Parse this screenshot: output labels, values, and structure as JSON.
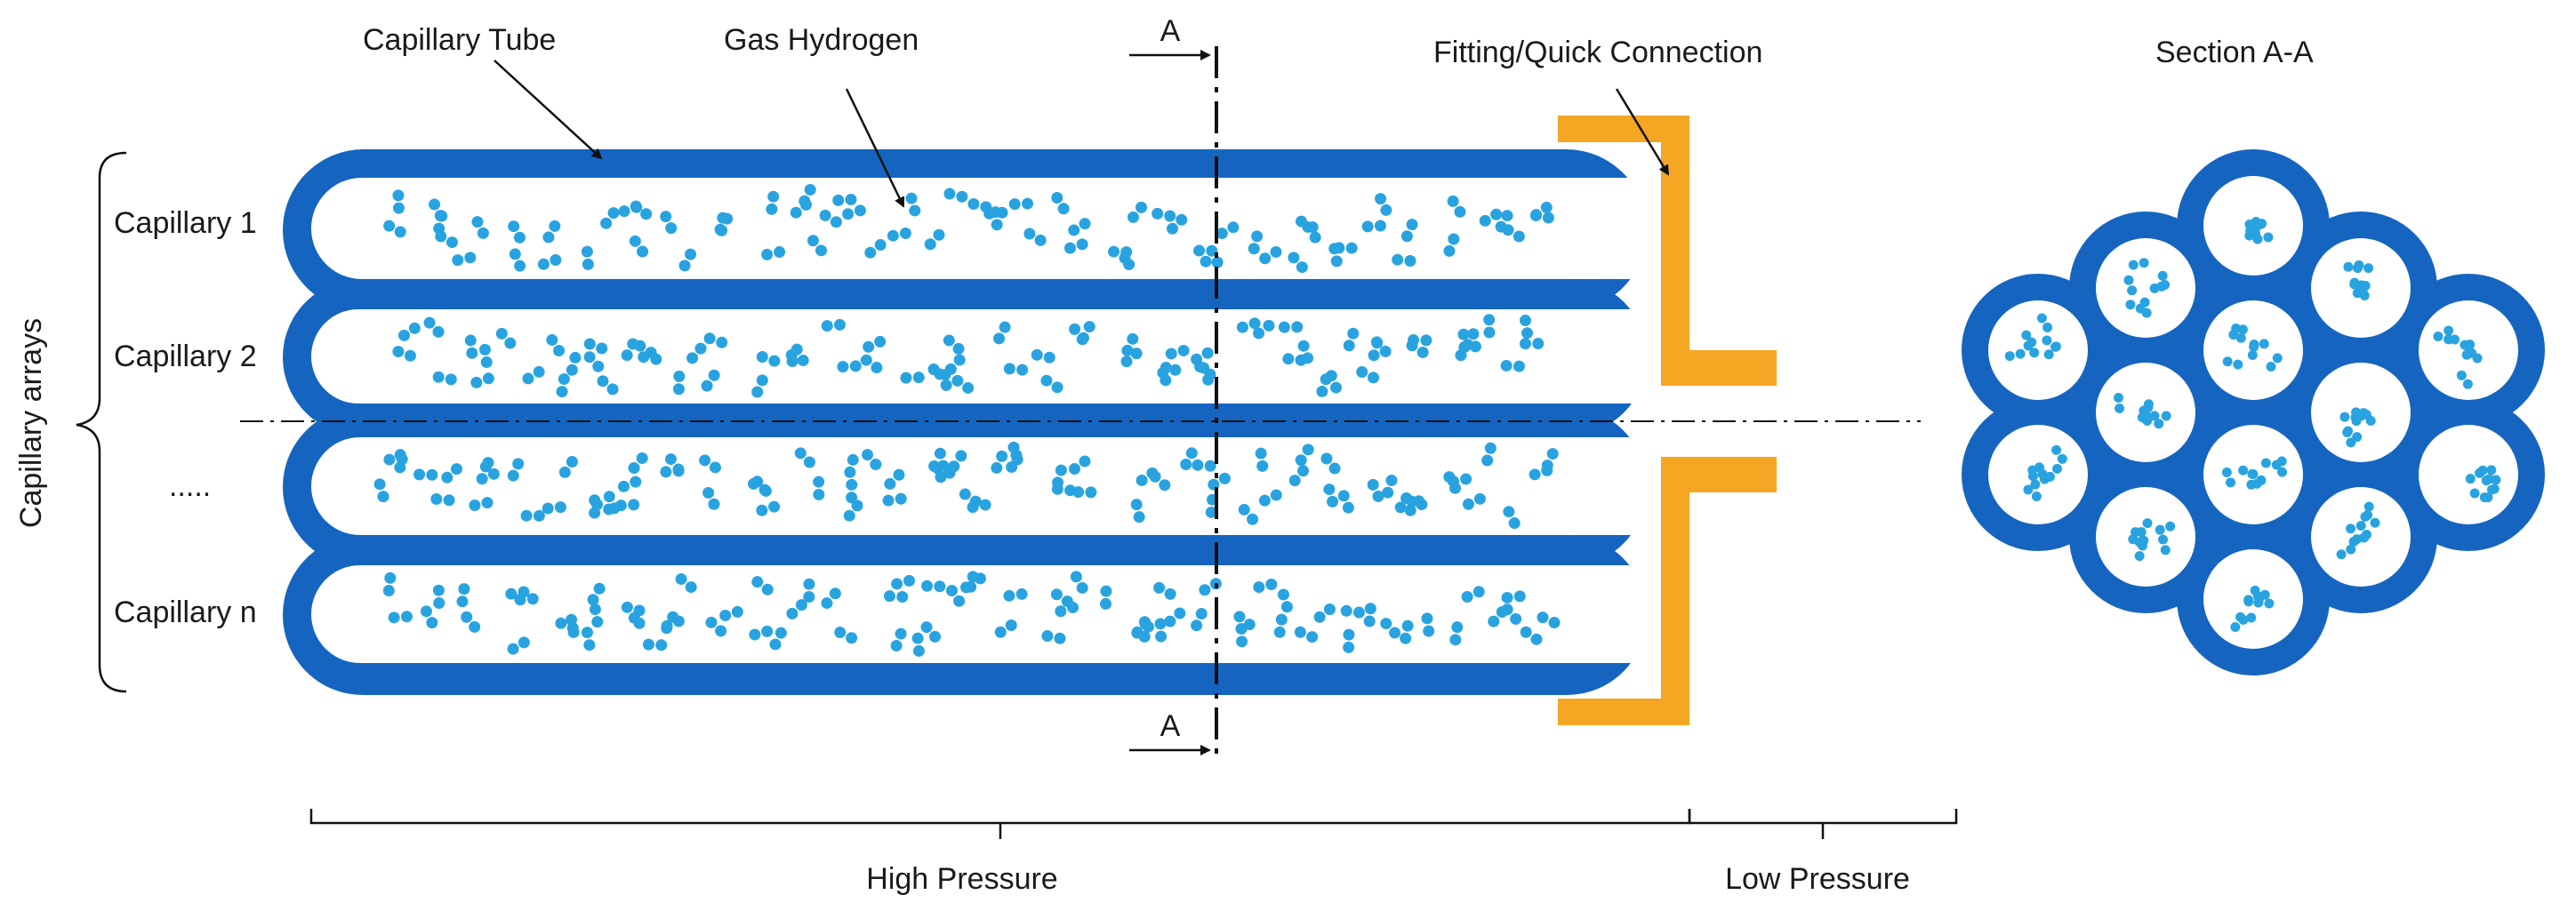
{
  "labels": {
    "capillary_tube": "Capillary Tube",
    "gas_hydrogen": "Gas Hydrogen",
    "fitting": "Fitting/Quick Connection",
    "section_title": "Section A-A",
    "section_marker_top": "A",
    "section_marker_bottom": "A",
    "capillary_arrays": "Capillary arrays",
    "capillary_1": "Capillary 1",
    "capillary_2": "Capillary 2",
    "capillary_ellipsis": ".....",
    "capillary_n": "Capillary n",
    "high_pressure": "High Pressure",
    "low_pressure": "Low Pressure"
  },
  "colors": {
    "tube": "#1565c0",
    "hydrogen": "#29a3e0",
    "fitting": "#f5a623",
    "ink": "#111111"
  }
}
